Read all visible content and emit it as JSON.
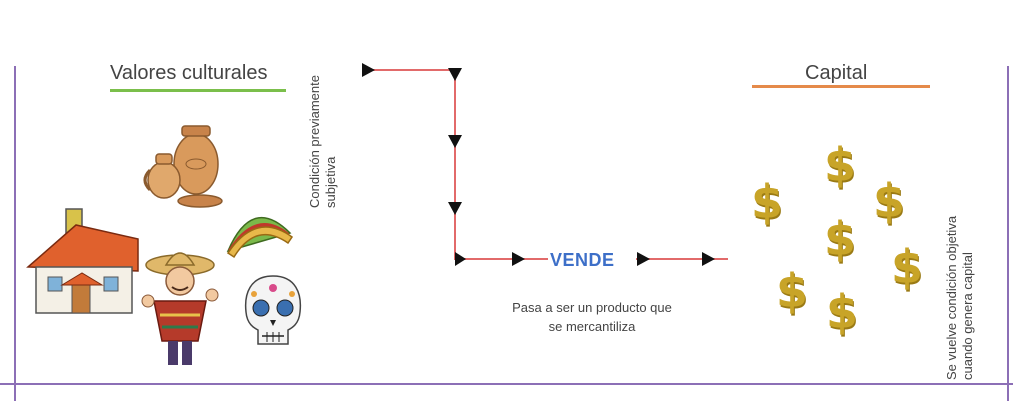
{
  "left_title": "Valores culturales",
  "right_title": "Capital",
  "left_vertical_text": [
    "Condición previamente",
    "subjetiva"
  ],
  "right_vertical_text": [
    "Se vuelve condición objetiva",
    "cuando genera capital"
  ],
  "center_label": "VENDE",
  "caption": [
    "Pasa a ser un producto que",
    "se mercantiliza"
  ],
  "colors": {
    "frame": "#8c6fb6",
    "arrow_line": "#e26a6a",
    "left_underline": "#7bbf4b",
    "right_underline": "#e58a4a",
    "vende": "#3d6fc8",
    "dollar": "#c8a428"
  },
  "icons": [
    "house-icon",
    "pottery-icon",
    "taco-icon",
    "mariachi-figure-icon",
    "sugar-skull-icon",
    "dollar-sign-icon"
  ],
  "dollar_symbol": "$"
}
